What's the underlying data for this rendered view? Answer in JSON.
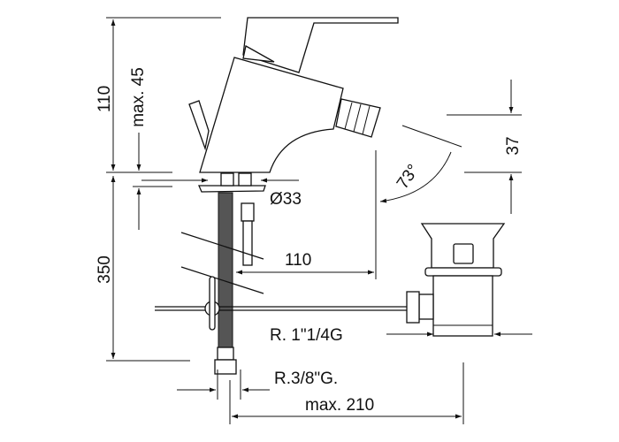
{
  "title": "Bidet mixer technical drawing",
  "dimensions": {
    "total_height": "110",
    "max_deck_thickness": "max. 45",
    "hose_length": "350",
    "base_diameter": "Ø33",
    "spout_reach": "110",
    "spray_angle": "73°",
    "nozzle_height": "37",
    "waste_thread": "R. 1\"1/4G",
    "supply_thread": "R.3/8\"G.",
    "max_projection": "max. 210"
  }
}
